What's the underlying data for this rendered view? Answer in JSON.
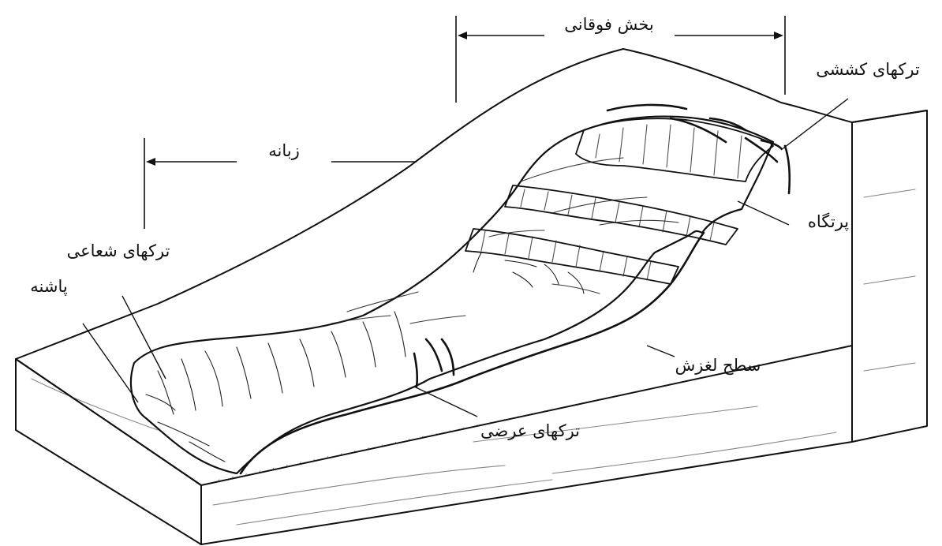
{
  "labels": {
    "upper_section": "بخش فوقانی",
    "tongue": "زبانه",
    "tension_cracks": "ترکهای کششی",
    "scarp": "پرتگاه",
    "radial_cracks": "ترکهای شعاعی",
    "toe": "پاشنه",
    "slip_surface": "سطح لغزش",
    "transverse_cracks": "ترکهای عرضی"
  },
  "colors": {
    "ink": "#111111",
    "paper": "#ffffff"
  }
}
